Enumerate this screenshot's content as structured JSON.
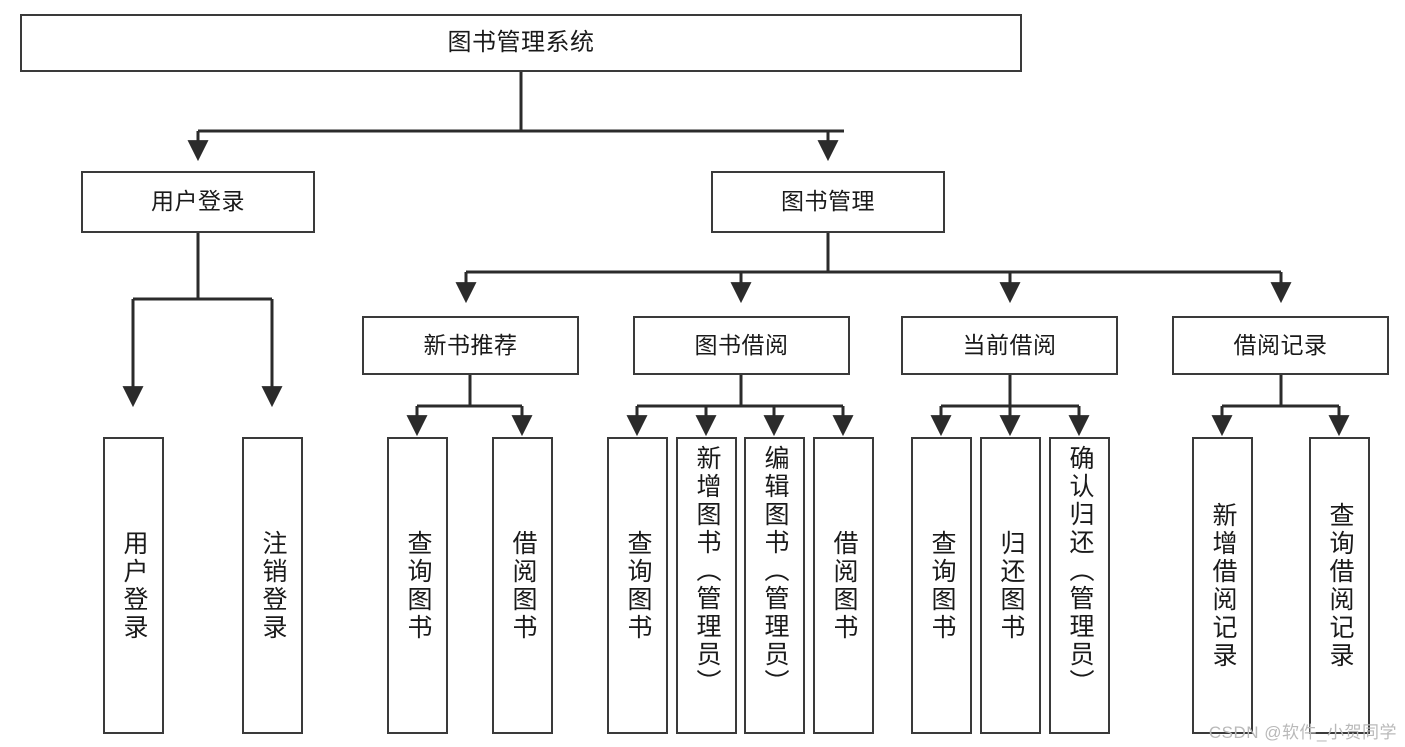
{
  "diagram": {
    "title": "图书管理系统",
    "watermark": "CSDN @软件_小贺同学",
    "colors": {
      "box_border": "#3a3a3a",
      "box_fill": "#ffffff",
      "connector": "#2b2b2b",
      "text": "#1a1a1a",
      "watermark": "#b9b9b9",
      "background": "#ffffff"
    },
    "root": {
      "label": "图书管理系统"
    },
    "level2": [
      {
        "label": "用户登录"
      },
      {
        "label": "图书管理"
      }
    ],
    "level3": [
      {
        "label": "新书推荐"
      },
      {
        "label": "图书借阅"
      },
      {
        "label": "当前借阅"
      },
      {
        "label": "借阅记录"
      }
    ],
    "leaves": {
      "user_login": [
        {
          "label": "用户登录"
        },
        {
          "label": "注销登录"
        }
      ],
      "new_book_recommend": [
        {
          "label": "查询图书"
        },
        {
          "label": "借阅图书"
        }
      ],
      "book_borrow": [
        {
          "label": "查询图书"
        },
        {
          "label": "新增图书（管理员）"
        },
        {
          "label": "编辑图书（管理员）"
        },
        {
          "label": "借阅图书"
        }
      ],
      "current_borrow": [
        {
          "label": "查询图书"
        },
        {
          "label": "归还图书"
        },
        {
          "label": "确认归还（管理员）"
        }
      ],
      "borrow_record": [
        {
          "label": "新增借阅记录"
        },
        {
          "label": "查询借阅记录"
        }
      ]
    }
  }
}
